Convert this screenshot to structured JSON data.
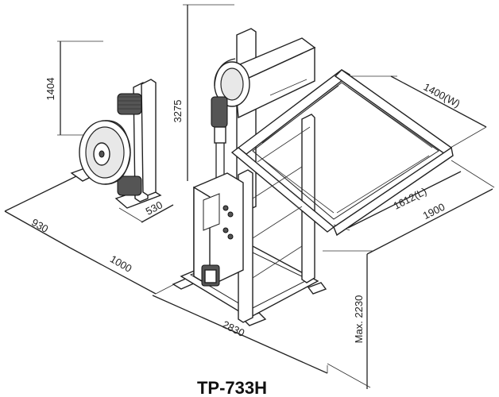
{
  "title": "TP-733H",
  "dimensions": {
    "d1404": "1404",
    "d3275": "3275",
    "d1400w": "1400(W)",
    "d1612l": "1612(L)",
    "d1900": "1900",
    "d930": "930",
    "d530": "530",
    "d1000": "1000",
    "d2830": "2830",
    "dmax2230": "Max. 2230"
  }
}
